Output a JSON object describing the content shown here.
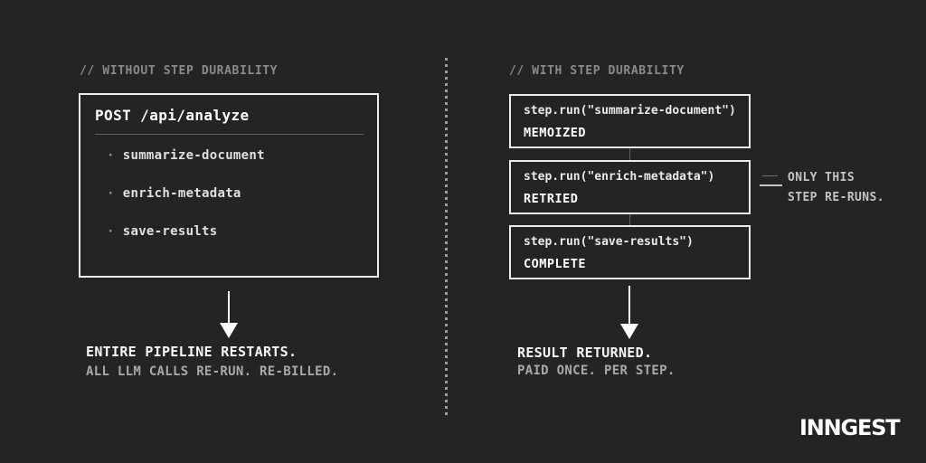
{
  "colors": {
    "background": "#242424",
    "box_border": "#ededed",
    "bright_text": "#ffffff",
    "muted_text": "#8a8a8a",
    "dim_text": "#a9a9a9"
  },
  "left_panel": {
    "header": "// WITHOUT STEP DURABILITY",
    "request_box": {
      "title": "POST /api/analyze",
      "bullet": "·",
      "steps": [
        "summarize-document",
        "enrich-metadata",
        "save-results"
      ]
    },
    "result_title": "ENTIRE PIPELINE RESTARTS.",
    "result_subtitle": "ALL LLM CALLS RE-RUN. RE-BILLED."
  },
  "right_panel": {
    "header": "// WITH STEP DURABILITY",
    "step_boxes": [
      {
        "code": "step.run(\"summarize-document\")",
        "status": "MEMOIZED"
      },
      {
        "code": "step.run(\"enrich-metadata\")",
        "status": "RETRIED"
      },
      {
        "code": "step.run(\"save-results\")",
        "status": "COMPLETE"
      }
    ],
    "callout": {
      "line1": "ONLY THIS",
      "line2": "STEP RE-RUNS."
    },
    "result_title": "RESULT RETURNED.",
    "result_subtitle": "PAID ONCE. PER STEP."
  },
  "brand": {
    "logo_text": "INNGEST"
  }
}
